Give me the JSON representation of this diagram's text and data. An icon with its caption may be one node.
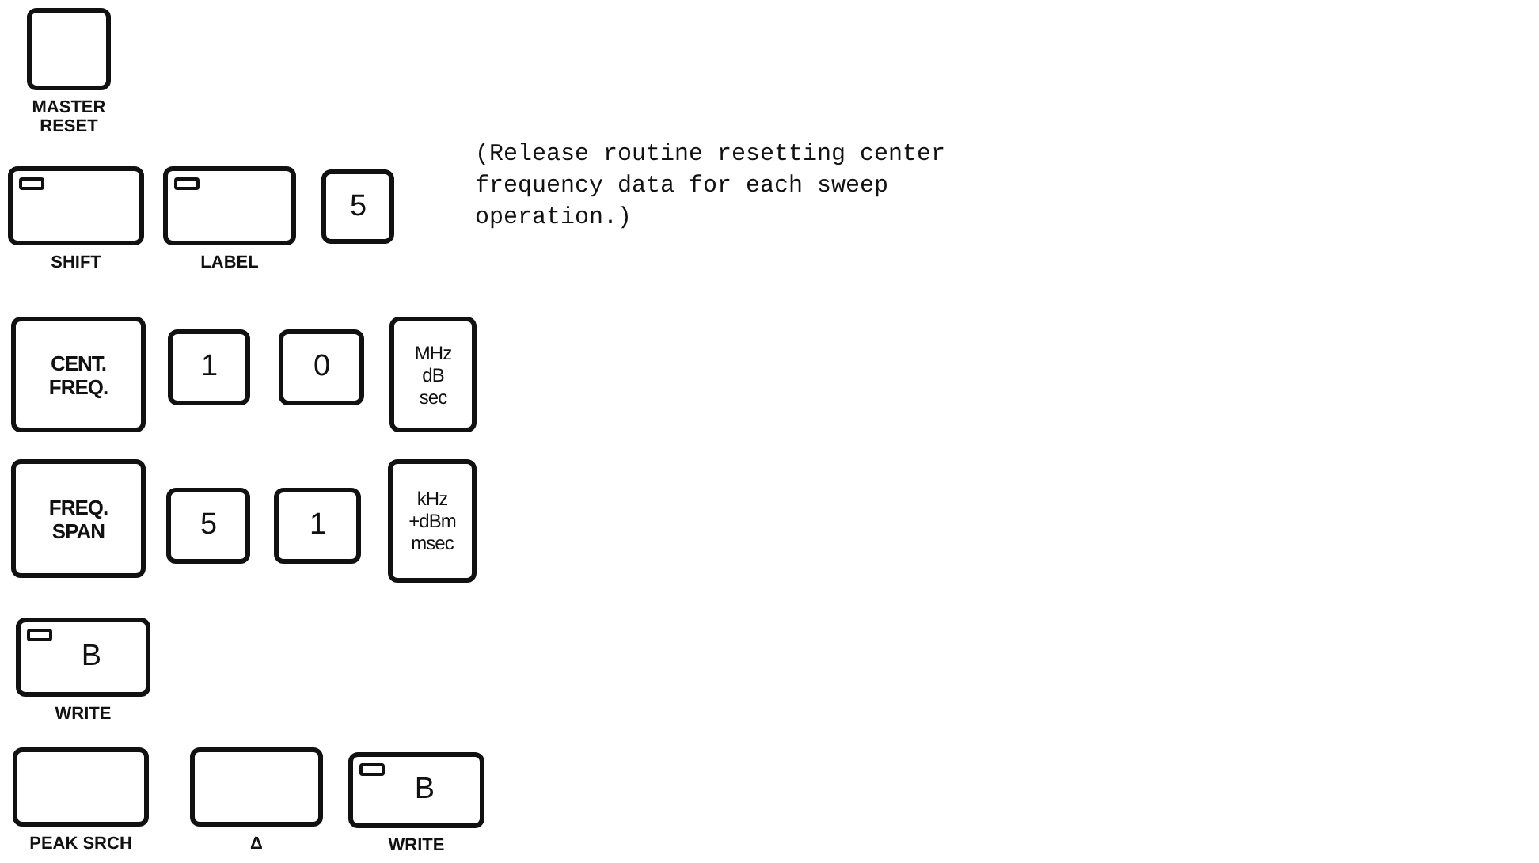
{
  "diagram": {
    "nodes": [
      {
        "text": [],
        "shape": "box",
        "beside": [
          "MASTER RESET"
        ]
      },
      {
        "text": [],
        "shape": "box",
        "beside": [
          "SHIFT"
        ]
      },
      {
        "text": [],
        "shape": "box",
        "beside": [
          "LABEL"
        ]
      },
      {
        "text": [
          "5"
        ]
      },
      {
        "text": [
          "CENT.",
          "FREQ."
        ]
      },
      {
        "text": [
          "1"
        ]
      },
      {
        "text": [
          "0"
        ]
      },
      {
        "text": [
          "MHz",
          "dB",
          "sec"
        ]
      },
      {
        "text": [
          "FREQ.",
          "SPAN"
        ]
      },
      {
        "text": [
          "5"
        ]
      },
      {
        "text": [
          "1"
        ]
      },
      {
        "text": [
          "kHz",
          "+dBm",
          "msec"
        ]
      },
      {
        "text": [
          "B"
        ],
        "beside": [
          "WRITE"
        ]
      },
      {
        "text": [],
        "shape": "box",
        "beside": [
          "PEAK SRCH"
        ]
      },
      {
        "text": [],
        "shape": "box",
        "beside": [
          "Δ"
        ]
      },
      {
        "text": [
          "B"
        ],
        "beside": [
          "WRITE"
        ]
      }
    ],
    "edges": [],
    "labels": [
      "(Release routine resetting center frequency data for each sweep operation.)"
    ]
  }
}
